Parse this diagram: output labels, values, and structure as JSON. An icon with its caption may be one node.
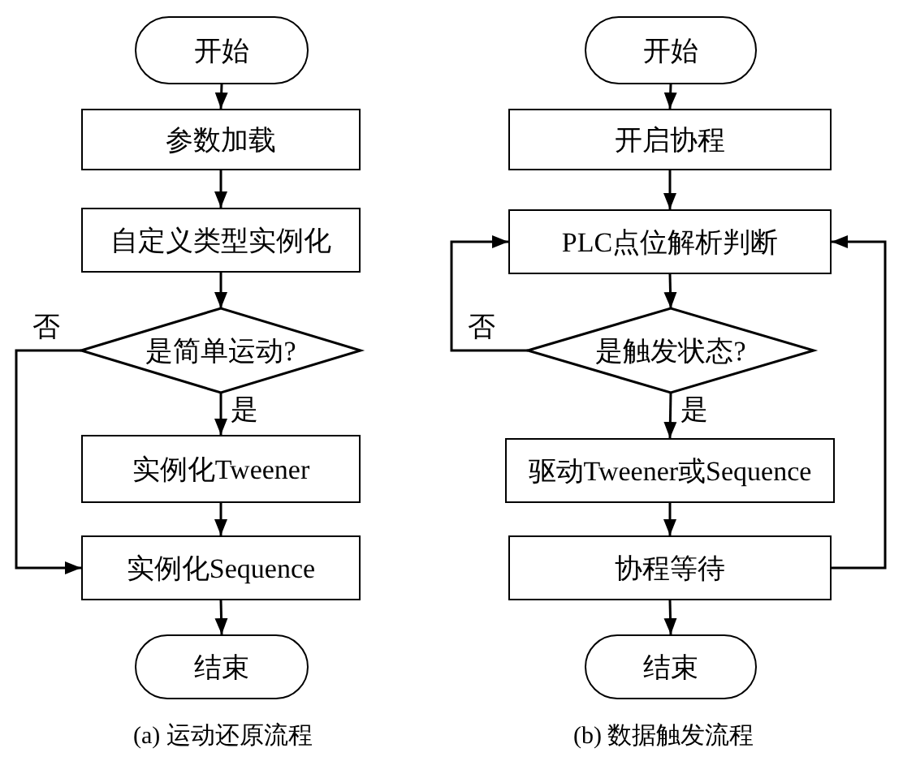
{
  "diagram": {
    "nodes": [
      {
        "text": [
          "开始"
        ]
      },
      {
        "text": [
          "参数加载"
        ]
      },
      {
        "text": [
          "自定义类型实例化"
        ]
      },
      {
        "text": [
          "是简单运动?"
        ]
      },
      {
        "text": [
          "实例化Tweener"
        ]
      },
      {
        "text": [
          "实例化Sequence"
        ]
      },
      {
        "text": [
          "结束"
        ]
      },
      {
        "text": [
          "开始"
        ]
      },
      {
        "text": [
          "开启协程"
        ]
      },
      {
        "text": [
          "PLC点位解析判断"
        ]
      },
      {
        "text": [
          "是触发状态?"
        ]
      },
      {
        "text": [
          "驱动Tweener或Sequence"
        ]
      },
      {
        "text": [
          "协程等待"
        ]
      },
      {
        "text": [
          "结束"
        ]
      }
    ],
    "edges": [
      {
        "from": 0,
        "to": 1,
        "arrow": "to"
      },
      {
        "from": 1,
        "to": 2,
        "arrow": "to"
      },
      {
        "from": 2,
        "to": 3,
        "arrow": "to"
      },
      {
        "from": 3,
        "to": 4,
        "arrow": "to",
        "label": "是"
      },
      {
        "from": 3,
        "to": 5,
        "arrow": "to",
        "label": "否"
      },
      {
        "from": 4,
        "to": 5,
        "arrow": "to"
      },
      {
        "from": 5,
        "to": 6,
        "arrow": "to"
      },
      {
        "from": 7,
        "to": 8,
        "arrow": "to"
      },
      {
        "from": 8,
        "to": 9,
        "arrow": "to"
      },
      {
        "from": 9,
        "to": 10,
        "arrow": "to"
      },
      {
        "from": 10,
        "to": 11,
        "arrow": "to",
        "label": "是"
      },
      {
        "from": 10,
        "to": 9,
        "arrow": "to",
        "label": "否"
      },
      {
        "from": 11,
        "to": 12,
        "arrow": "to"
      },
      {
        "from": 12,
        "to": 9,
        "arrow": "to"
      },
      {
        "from": 12,
        "to": 13,
        "arrow": "to"
      }
    ],
    "labels": [
      "(a) 运动还原流程",
      "(b) 数据触发流程"
    ]
  }
}
